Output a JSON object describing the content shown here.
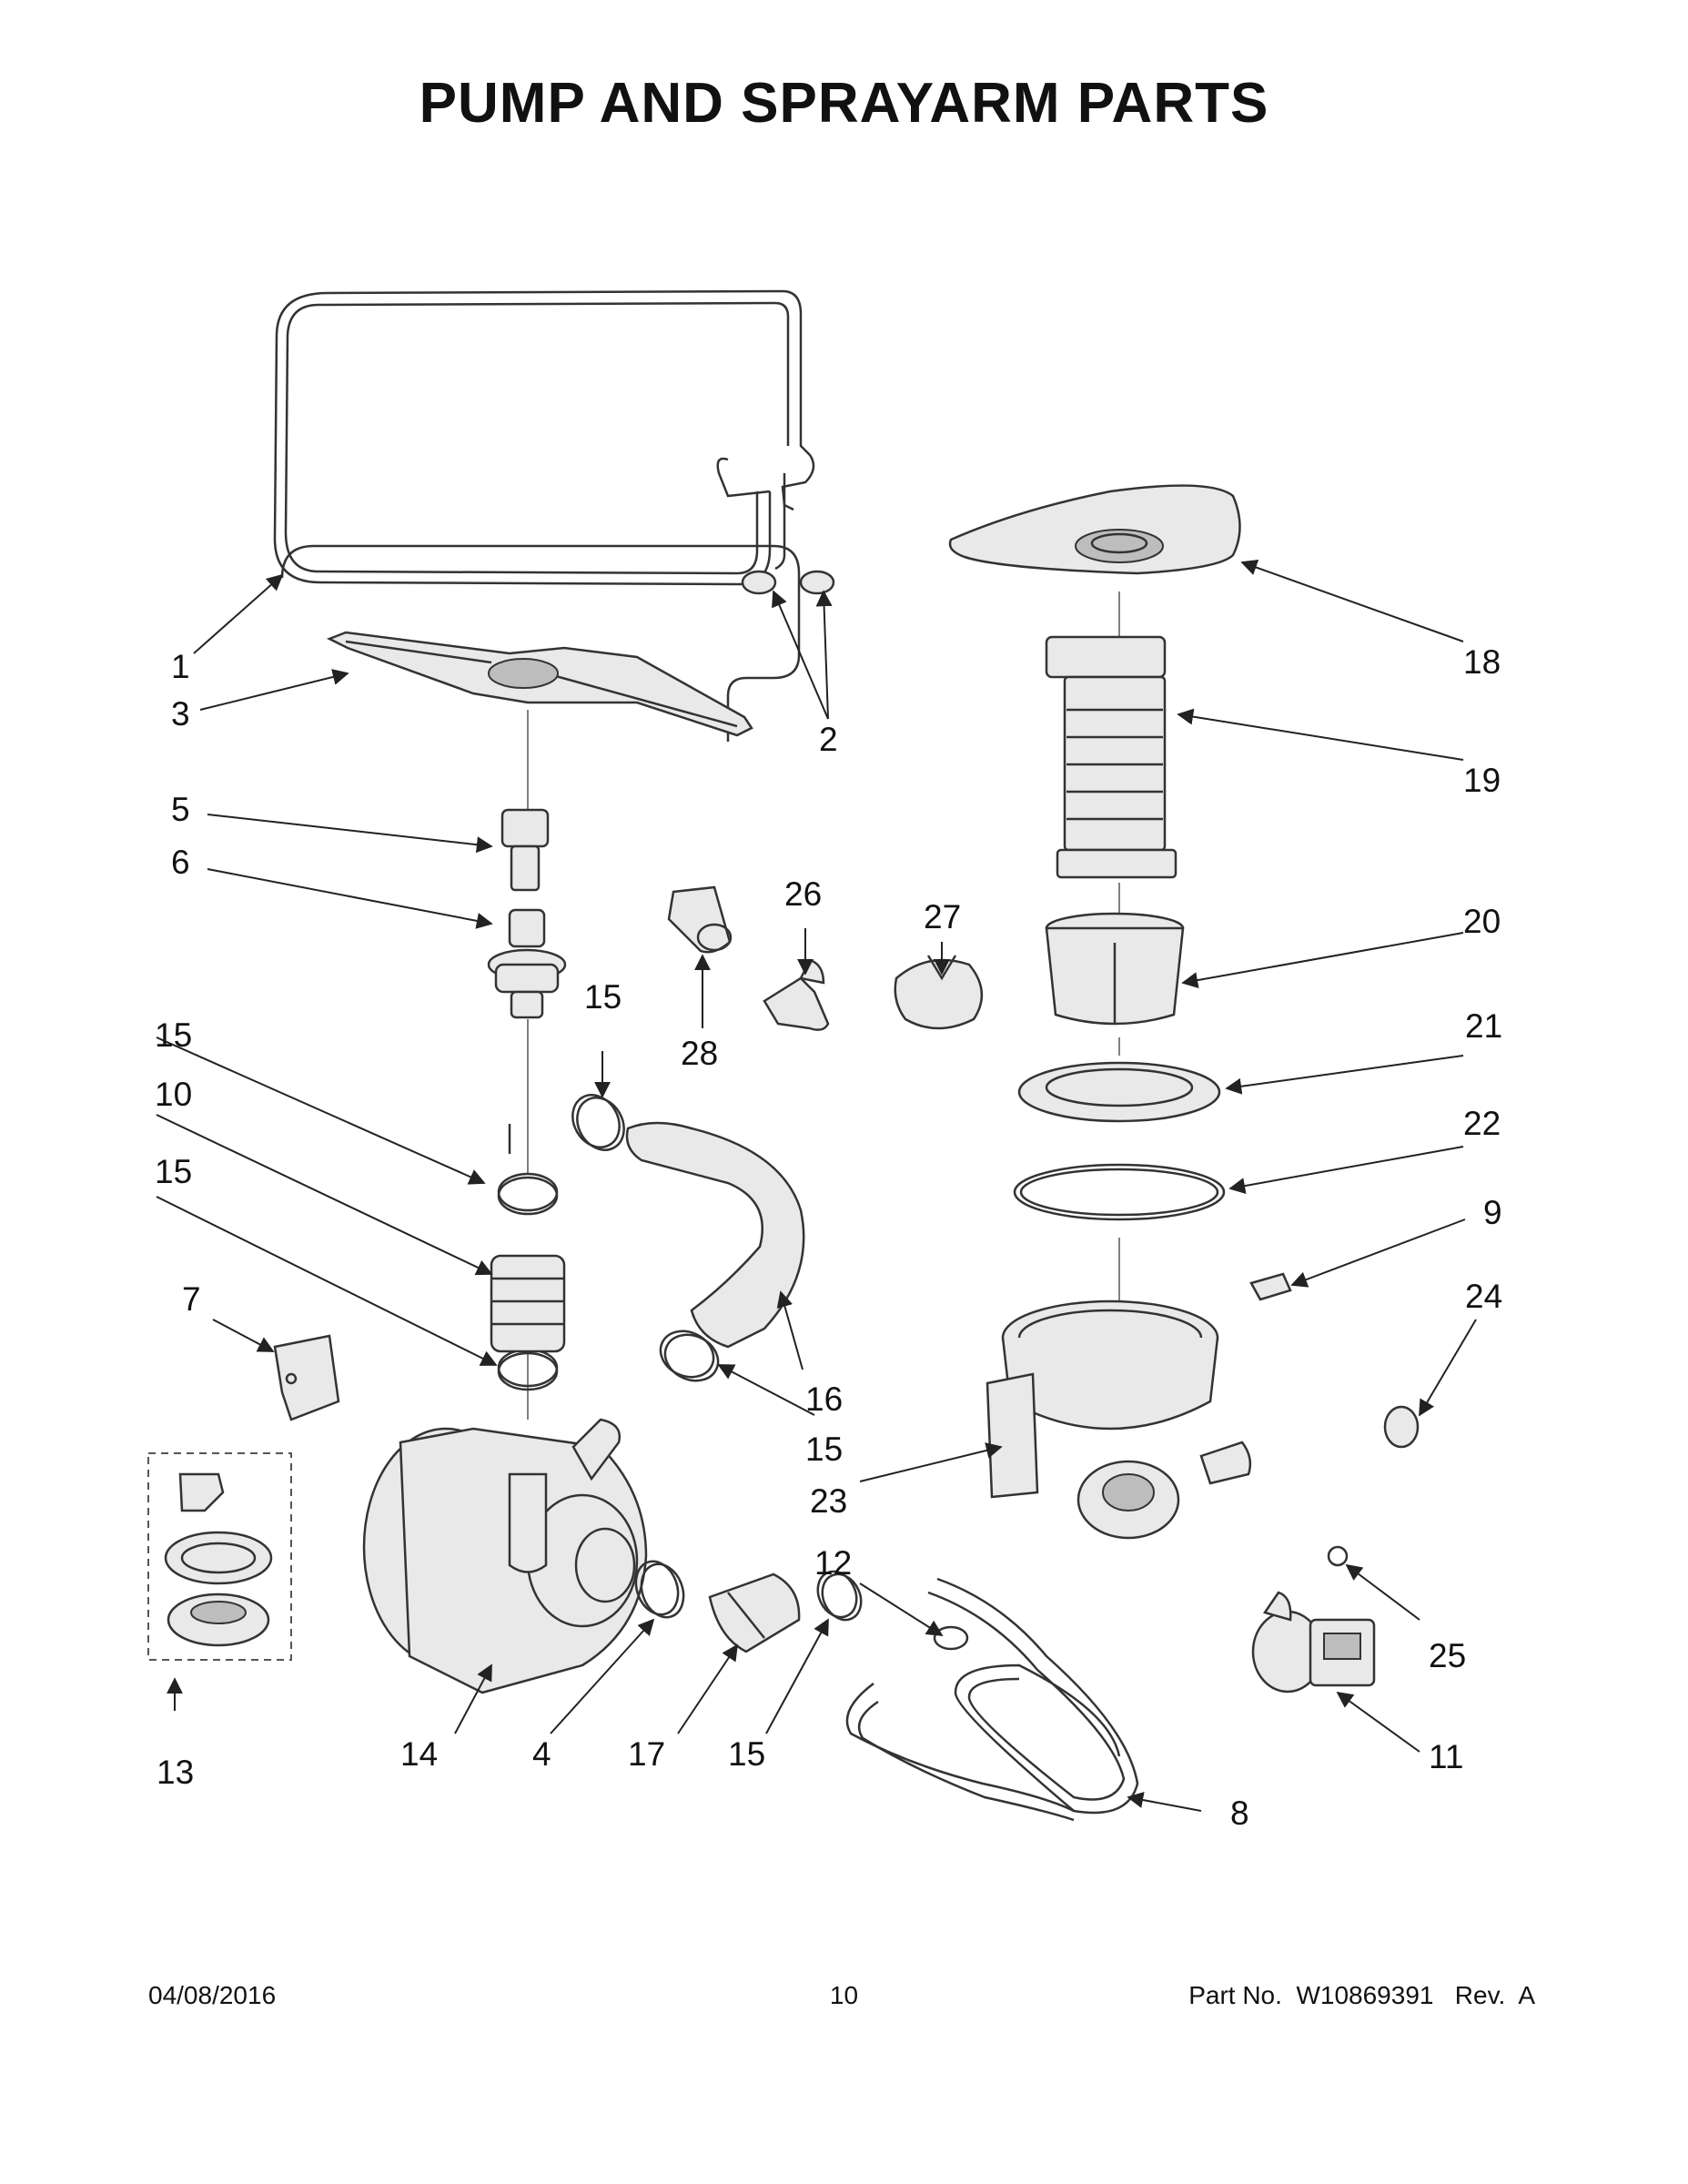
{
  "title": "PUMP AND SPRAYARM PARTS",
  "callouts": [
    "1",
    "2",
    "3",
    "4",
    "5",
    "6",
    "7",
    "8",
    "9",
    "10",
    "11",
    "12",
    "13",
    "14",
    "15",
    "16",
    "17",
    "18",
    "19",
    "20",
    "21",
    "22",
    "23",
    "24",
    "25",
    "26",
    "27",
    "28"
  ],
  "footer": {
    "date": "04/08/2016",
    "page": "10",
    "part_number": "Part No.  W10869391   Rev.  A"
  }
}
